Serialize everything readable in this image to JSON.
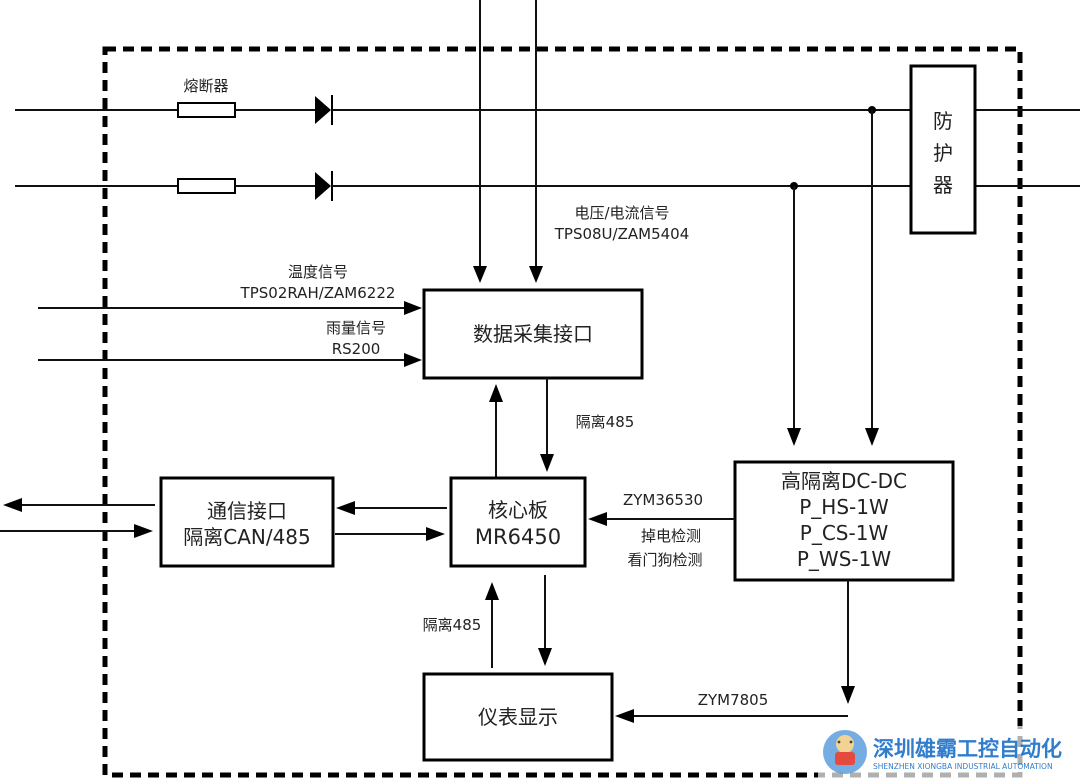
{
  "diagram": {
    "fuse_label": "熔断器",
    "protector": {
      "chars": [
        "防",
        "护",
        "器"
      ]
    },
    "voltage_current": {
      "line1": "电压/电流信号",
      "line2": "TPS08U/ZAM5404"
    },
    "temperature": {
      "line1": "温度信号",
      "line2": "TPS02RAH/ZAM6222"
    },
    "rain": {
      "line1": "雨量信号",
      "line2": "RS200"
    },
    "data_acq": {
      "label": "数据采集接口"
    },
    "iso485_top": "隔离485",
    "comm": {
      "line1": "通信接口",
      "line2": "隔离CAN/485"
    },
    "core": {
      "line1": "核心板",
      "line2": "MR6450"
    },
    "dcdc": {
      "line1": "高隔离DC-DC",
      "line2": "P_HS-1W",
      "line3": "P_CS-1W",
      "line4": "P_WS-1W"
    },
    "zym36530": {
      "line1": "ZYM36530",
      "line2": "掉电检测",
      "line3": "看门狗检测"
    },
    "iso485_bottom": "隔离485",
    "meter": {
      "label": "仪表显示"
    },
    "zym7805": "ZYM7805"
  },
  "watermark": {
    "company_cn": "深圳雄霸工控自动化",
    "company_en": "SHENZHEN XIONGBA INDUSTRIAL AUTOMATION",
    "brand_color": "#1e73c8"
  }
}
